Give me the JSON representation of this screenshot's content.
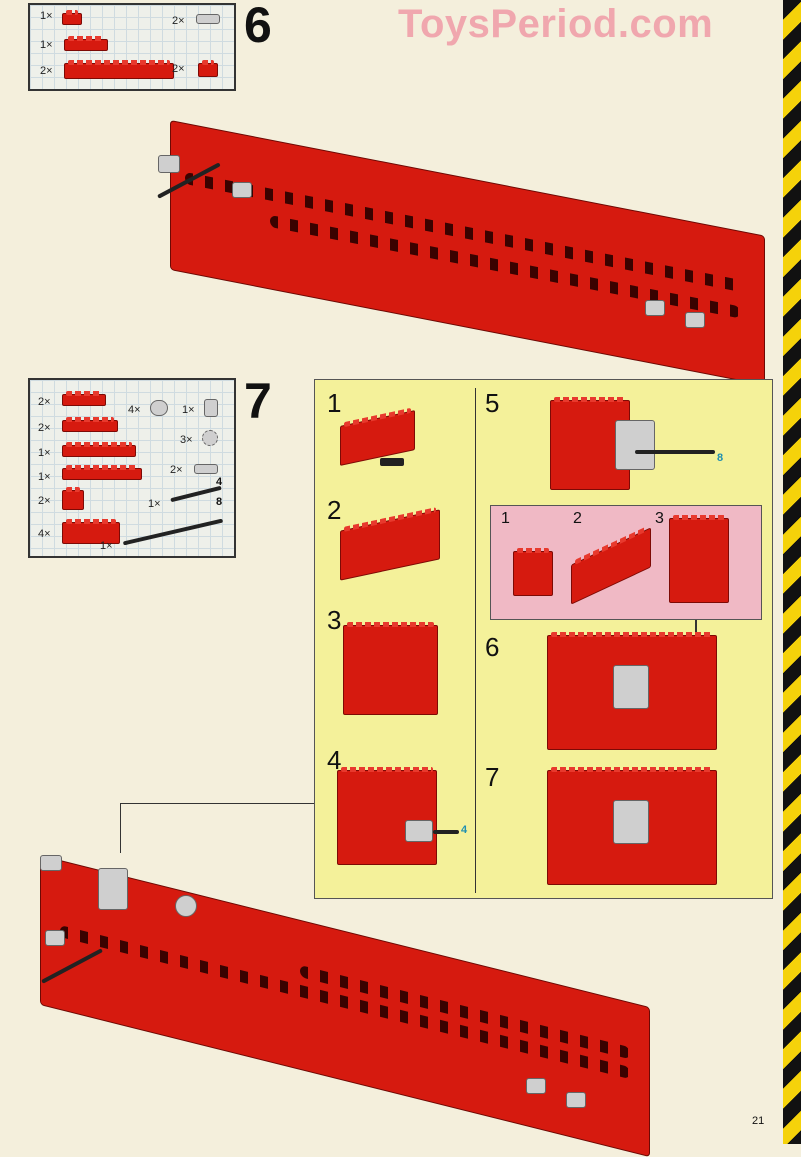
{
  "watermark": "ToysPeriod.com",
  "page_number": "21",
  "step6": {
    "number": "6",
    "parts": [
      {
        "qty": "1×",
        "icon": "red-plate-2x2-icon"
      },
      {
        "qty": "1×",
        "icon": "red-plate-2x4-icon"
      },
      {
        "qty": "2×",
        "icon": "red-plate-2x8-icon"
      },
      {
        "qty": "2×",
        "icon": "grey-pin-icon"
      },
      {
        "qty": "2×",
        "icon": "red-plate-2x2-icon"
      }
    ]
  },
  "step7": {
    "number": "7",
    "parts_left": [
      {
        "qty": "2×",
        "icon": "red-plate-2x3-icon"
      },
      {
        "qty": "2×",
        "icon": "red-plate-2x4-icon"
      },
      {
        "qty": "1×",
        "icon": "red-plate-2x6-icon"
      },
      {
        "qty": "1×",
        "icon": "red-plate-2x8-icon"
      },
      {
        "qty": "2×",
        "icon": "red-brick-1x2-icon"
      },
      {
        "qty": "4×",
        "icon": "red-technic-brick-icon"
      }
    ],
    "parts_right": [
      {
        "qty": "4×",
        "icon": "grey-bush-icon"
      },
      {
        "qty": "1×",
        "icon": "grey-connector-icon"
      },
      {
        "qty": "3×",
        "icon": "grey-gear-icon"
      },
      {
        "qty": "2×",
        "icon": "grey-pin-icon"
      },
      {
        "qty": "1×",
        "icon": "black-axle-icon",
        "length": "4"
      },
      {
        "qty": "1×",
        "icon": "black-axle-icon",
        "length": "8"
      }
    ],
    "substeps": [
      "1",
      "2",
      "3",
      "4",
      "5",
      "6",
      "7"
    ],
    "sub5_axle_length": "8",
    "sub4_axle_length": "4",
    "pink_substeps": [
      "1",
      "2",
      "3"
    ]
  },
  "colors": {
    "brick_red": "#d61a0f",
    "panel_yellow": "#f4f19a",
    "panel_pink": "#f0b9c5"
  }
}
